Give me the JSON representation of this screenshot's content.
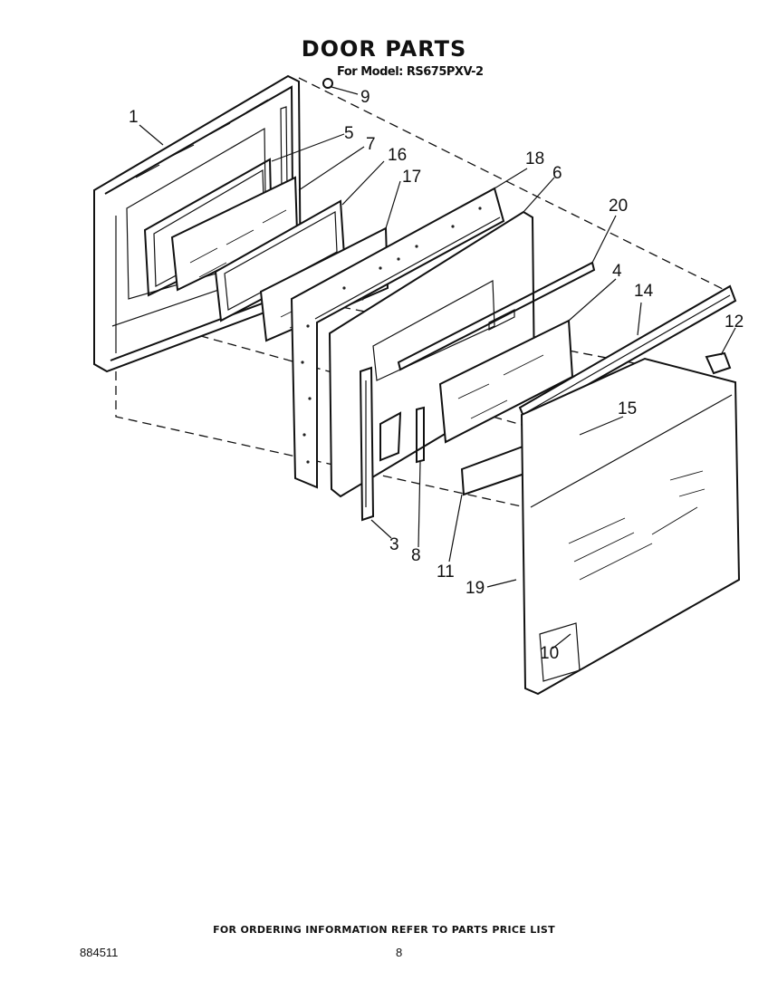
{
  "title": "DOOR PARTS",
  "subtitle": "For Model: RS675PXV-2",
  "callouts": [
    {
      "id": "1",
      "label": "1"
    },
    {
      "id": "9",
      "label": "9"
    },
    {
      "id": "5",
      "label": "5"
    },
    {
      "id": "7",
      "label": "7"
    },
    {
      "id": "16",
      "label": "16"
    },
    {
      "id": "17",
      "label": "17"
    },
    {
      "id": "18",
      "label": "18"
    },
    {
      "id": "6",
      "label": "6"
    },
    {
      "id": "20",
      "label": "20"
    },
    {
      "id": "4",
      "label": "4"
    },
    {
      "id": "14",
      "label": "14"
    },
    {
      "id": "12",
      "label": "12"
    },
    {
      "id": "15",
      "label": "15"
    },
    {
      "id": "3",
      "label": "3"
    },
    {
      "id": "8",
      "label": "8"
    },
    {
      "id": "11",
      "label": "11"
    },
    {
      "id": "19",
      "label": "19"
    },
    {
      "id": "10",
      "label": "10"
    }
  ],
  "footer_note": "FOR ORDERING INFORMATION REFER TO PARTS PRICE LIST",
  "document_number": "884511",
  "page_number": "8"
}
